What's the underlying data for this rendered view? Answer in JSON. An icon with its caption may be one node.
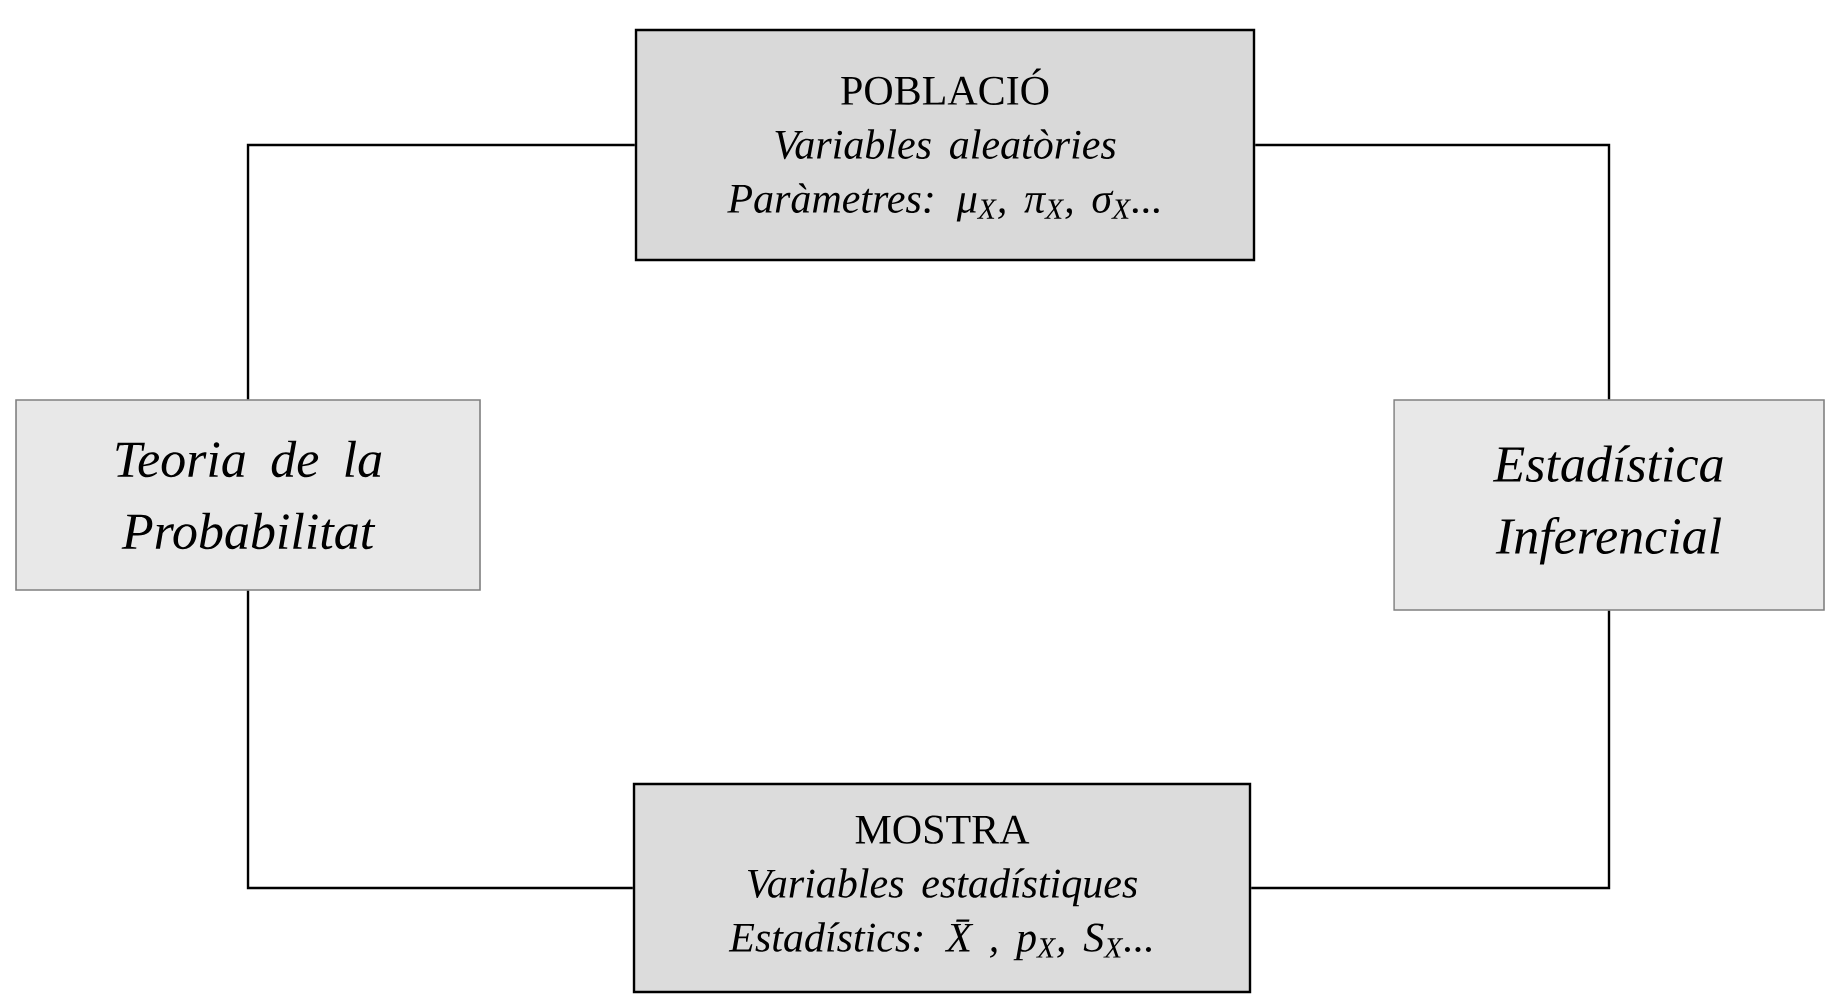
{
  "diagram": {
    "nodes": [
      {
        "text": [
          "POBLACIÓ",
          "Variables aleatòries",
          "Paràmetres: μ$_{X}$, π$_{X}$, σ$_{X}$..."
        ]
      },
      {
        "text": [
          "Teoria de la Probabilitat"
        ]
      },
      {
        "text": [
          "Estadística Inferencial"
        ]
      },
      {
        "text": [
          "MOSTRA",
          "Variables estadístiques",
          "Estadístics: X̄ , p$_{X}$, S$_{X}$..."
        ]
      }
    ],
    "edges": [
      {
        "from": 0,
        "to": 1,
        "arrow": "none"
      },
      {
        "from": 0,
        "to": 2,
        "arrow": "none"
      },
      {
        "from": 1,
        "to": 3,
        "arrow": "none"
      },
      {
        "from": 2,
        "to": 3,
        "arrow": "none"
      }
    ]
  }
}
